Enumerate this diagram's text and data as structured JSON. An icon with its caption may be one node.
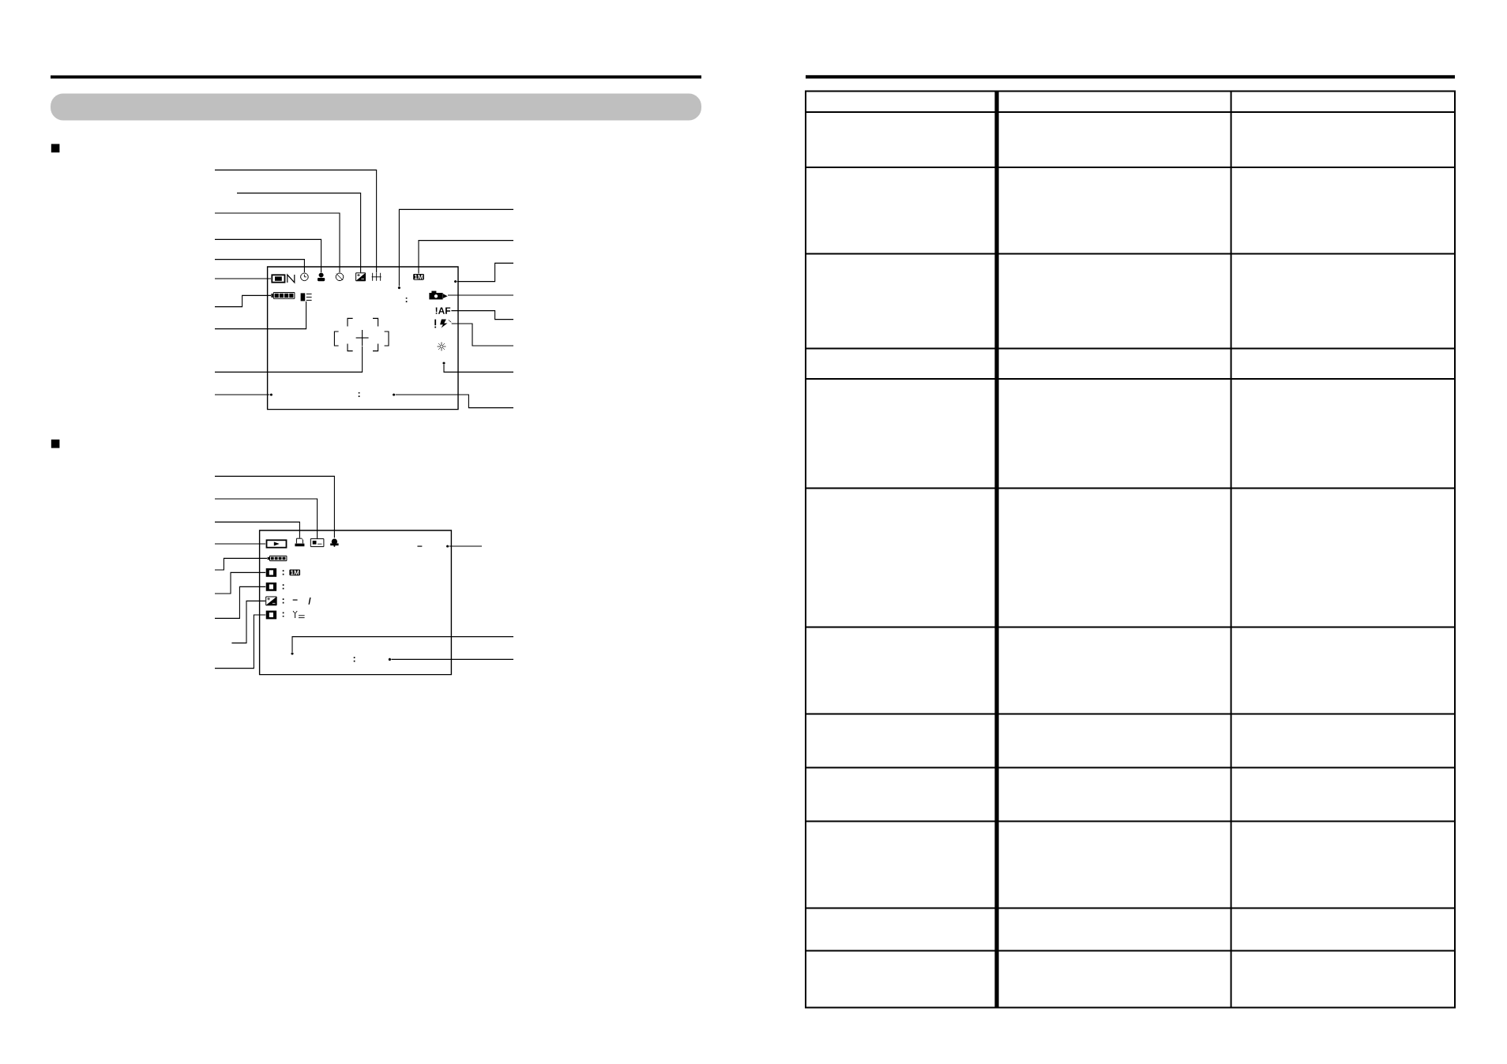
{
  "diagram": {
    "nodes": [
      {
        "text": [],
        "shape": "box"
      },
      {
        "text": [],
        "shape": "picture",
        "in": 0
      },
      {
        "text": [],
        "shape": "picture",
        "in": 0
      },
      {
        "text": [],
        "shape": "picture",
        "in": 0
      },
      {
        "text": [],
        "shape": "picture",
        "in": 0
      },
      {
        "text": [],
        "shape": "picture",
        "in": 0
      },
      {
        "text": [],
        "shape": "picture",
        "in": 0
      },
      {
        "text": [
          "1M"
        ],
        "in": 0
      },
      {
        "text": [],
        "shape": "picture",
        "in": 0
      },
      {
        "text": [],
        "shape": "picture",
        "in": 0
      },
      {
        "text": [],
        "shape": "circle",
        "in": 0
      },
      {
        "text": [],
        "shape": "circle",
        "in": 0
      },
      {
        "text": [],
        "shape": "picture",
        "in": 0
      },
      {
        "text": [
          "!AF"
        ],
        "in": 0
      },
      {
        "text": [],
        "shape": "picture",
        "in": 0
      },
      {
        "text": [],
        "shape": "picture",
        "in": 0
      },
      {
        "text": [],
        "shape": "circle",
        "in": 0
      },
      {
        "text": [],
        "shape": "circle",
        "in": 0
      },
      {
        "text": [],
        "shape": "circle",
        "in": 0
      },
      {
        "text": [],
        "shape": "box"
      },
      {
        "text": [],
        "shape": "picture",
        "in": 19
      },
      {
        "text": [],
        "shape": "picture",
        "in": 19
      },
      {
        "text": [],
        "shape": "picture",
        "in": 19
      },
      {
        "text": [],
        "shape": "picture",
        "in": 19
      },
      {
        "text": [],
        "shape": "picture",
        "in": 19
      },
      {
        "text": [],
        "shape": "picture",
        "in": 19
      },
      {
        "text": [],
        "shape": "picture",
        "in": 19
      },
      {
        "text": [],
        "shape": "picture",
        "in": 19
      },
      {
        "text": [],
        "shape": "picture",
        "in": 19
      },
      {
        "text": [],
        "shape": "circle",
        "in": 19
      },
      {
        "text": [],
        "shape": "circle",
        "in": 19
      },
      {
        "text": [],
        "shape": "circle",
        "in": 19
      },
      {
        "text": [],
        "shape": "bar"
      }
    ],
    "edges": [
      {
        "from": null,
        "to": 6,
        "arrow": "none"
      },
      {
        "from": null,
        "to": 5,
        "arrow": "none"
      },
      {
        "from": null,
        "to": 4,
        "arrow": "none"
      },
      {
        "from": null,
        "to": 3,
        "arrow": "none"
      },
      {
        "from": null,
        "to": 2,
        "arrow": "none"
      },
      {
        "from": null,
        "to": 1,
        "arrow": "none"
      },
      {
        "from": null,
        "to": 8,
        "arrow": "none"
      },
      {
        "from": null,
        "to": 9,
        "arrow": "none"
      },
      {
        "from": null,
        "to": 15,
        "arrow": "none"
      },
      {
        "from": null,
        "to": 17,
        "arrow": "none"
      },
      {
        "from": null,
        "to": 10,
        "arrow": "none"
      },
      {
        "from": null,
        "to": 7,
        "arrow": "none"
      },
      {
        "from": null,
        "to": 11,
        "arrow": "none"
      },
      {
        "from": null,
        "to": 12,
        "arrow": "none"
      },
      {
        "from": null,
        "to": 13,
        "arrow": "none"
      },
      {
        "from": null,
        "to": 14,
        "arrow": "none"
      },
      {
        "from": null,
        "to": 16,
        "arrow": "none"
      },
      {
        "from": null,
        "to": 18,
        "arrow": "none"
      },
      {
        "from": null,
        "to": 23,
        "arrow": "none"
      },
      {
        "from": null,
        "to": 22,
        "arrow": "none"
      },
      {
        "from": null,
        "to": 21,
        "arrow": "none"
      },
      {
        "from": null,
        "to": 20,
        "arrow": "none"
      },
      {
        "from": null,
        "to": 24,
        "arrow": "none"
      },
      {
        "from": null,
        "to": 25,
        "arrow": "none"
      },
      {
        "from": null,
        "to": 26,
        "arrow": "none"
      },
      {
        "from": null,
        "to": 27,
        "arrow": "none"
      },
      {
        "from": null,
        "to": 28,
        "arrow": "none"
      },
      {
        "from": null,
        "to": 29,
        "arrow": "none"
      },
      {
        "from": null,
        "to": 30,
        "arrow": "none"
      },
      {
        "from": null,
        "to": 31,
        "arrow": "none"
      }
    ],
    "labels": [
      ":",
      ":",
      "–",
      ":",
      "1M",
      ":",
      ":",
      "–",
      "/",
      ":",
      ":"
    ]
  }
}
